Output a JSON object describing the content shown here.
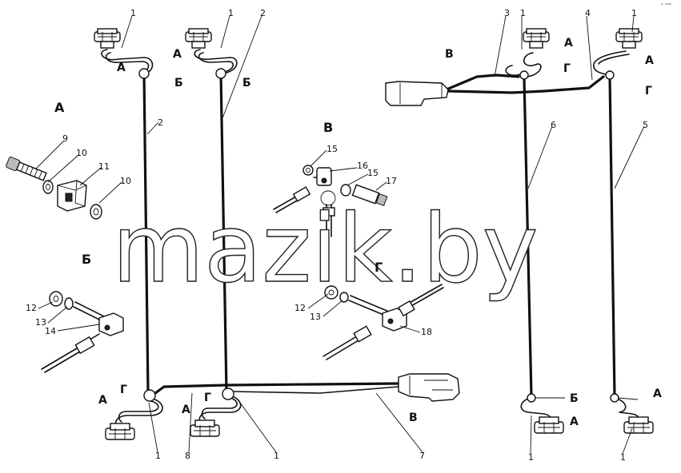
{
  "watermark": "mazik.by",
  "corner_mark": "ᵖʳ ⁰⁰⁰⁰",
  "view_headings": {
    "a": "А",
    "b": "Б",
    "v": "В",
    "g": "Г"
  },
  "callouts": [
    {
      "id": "c1",
      "text": "1"
    },
    {
      "id": "c2",
      "text": "1"
    },
    {
      "id": "c3",
      "text": "2"
    },
    {
      "id": "c4",
      "text": "2"
    },
    {
      "id": "c5",
      "text": "3"
    },
    {
      "id": "c6",
      "text": "1"
    },
    {
      "id": "c7",
      "text": "4"
    },
    {
      "id": "c8",
      "text": "1"
    },
    {
      "id": "c9",
      "text": "6"
    },
    {
      "id": "c10",
      "text": "5"
    },
    {
      "id": "c11",
      "text": "9"
    },
    {
      "id": "c12",
      "text": "10"
    },
    {
      "id": "c13",
      "text": "11"
    },
    {
      "id": "c14",
      "text": "10"
    },
    {
      "id": "c15",
      "text": "15"
    },
    {
      "id": "c16",
      "text": "16"
    },
    {
      "id": "c17",
      "text": "15"
    },
    {
      "id": "c18",
      "text": "17"
    },
    {
      "id": "c19",
      "text": "12"
    },
    {
      "id": "c20",
      "text": "13"
    },
    {
      "id": "c21",
      "text": "14"
    },
    {
      "id": "c22",
      "text": "12"
    },
    {
      "id": "c23",
      "text": "13"
    },
    {
      "id": "c24",
      "text": "18"
    },
    {
      "id": "c25",
      "text": "1"
    },
    {
      "id": "c26",
      "text": "8"
    },
    {
      "id": "c27",
      "text": "1"
    },
    {
      "id": "c28",
      "text": "7"
    },
    {
      "id": "c29",
      "text": "1"
    },
    {
      "id": "c30",
      "text": "1"
    }
  ],
  "markers": [
    {
      "id": "m1",
      "text": "А"
    },
    {
      "id": "m2",
      "text": "Б"
    },
    {
      "id": "m3",
      "text": "А"
    },
    {
      "id": "m4",
      "text": "Б"
    },
    {
      "id": "m5",
      "text": "В"
    },
    {
      "id": "m6",
      "text": "А"
    },
    {
      "id": "m7",
      "text": "Г"
    },
    {
      "id": "m8",
      "text": "А"
    },
    {
      "id": "m9",
      "text": "Г"
    },
    {
      "id": "m10",
      "text": "Г"
    },
    {
      "id": "m11",
      "text": "А"
    },
    {
      "id": "m12",
      "text": "Г"
    },
    {
      "id": "m13",
      "text": "А"
    },
    {
      "id": "m14",
      "text": "В"
    },
    {
      "id": "m15",
      "text": "Б"
    },
    {
      "id": "m16",
      "text": "А"
    },
    {
      "id": "m17",
      "text": "А"
    }
  ]
}
